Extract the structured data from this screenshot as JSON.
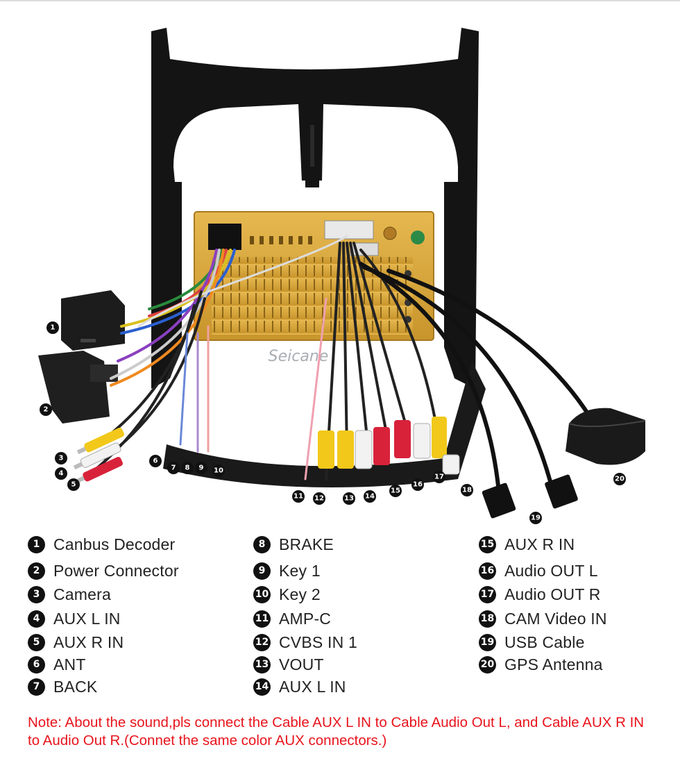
{
  "watermark": "Seicane",
  "legend": [
    {
      "n": "1",
      "label": "Canbus Decoder"
    },
    {
      "n": "2",
      "label": "Power Connector"
    },
    {
      "n": "3",
      "label": "Camera"
    },
    {
      "n": "4",
      "label": "AUX L IN"
    },
    {
      "n": "5",
      "label": "AUX R IN"
    },
    {
      "n": "6",
      "label": "ANT"
    },
    {
      "n": "7",
      "label": "BACK"
    },
    {
      "n": "8",
      "label": "BRAKE"
    },
    {
      "n": "9",
      "label": "Key 1"
    },
    {
      "n": "10",
      "label": "Key 2"
    },
    {
      "n": "11",
      "label": "AMP-C"
    },
    {
      "n": "12",
      "label": "CVBS IN 1"
    },
    {
      "n": "13",
      "label": "VOUT"
    },
    {
      "n": "14",
      "label": "AUX L IN"
    },
    {
      "n": "15",
      "label": "AUX R IN"
    },
    {
      "n": "16",
      "label": "Audio OUT L"
    },
    {
      "n": "17",
      "label": "Audio OUT R"
    },
    {
      "n": "18",
      "label": "CAM Video IN"
    },
    {
      "n": "19",
      "label": "USB Cable"
    },
    {
      "n": "20",
      "label": "GPS Antenna"
    }
  ],
  "note": "Note: About the sound,pls connect the Cable AUX L IN to Cable Audio Out L, and Cable AUX R IN to  Audio Out R.(Connet the same color AUX connectors.)",
  "colors": {
    "note": "#e8141c",
    "frame": "#141414",
    "chassis": "#d9a73a",
    "rca_red": "#d8223a",
    "rca_yellow": "#f2c81a",
    "rca_white": "#f2f2f2"
  }
}
